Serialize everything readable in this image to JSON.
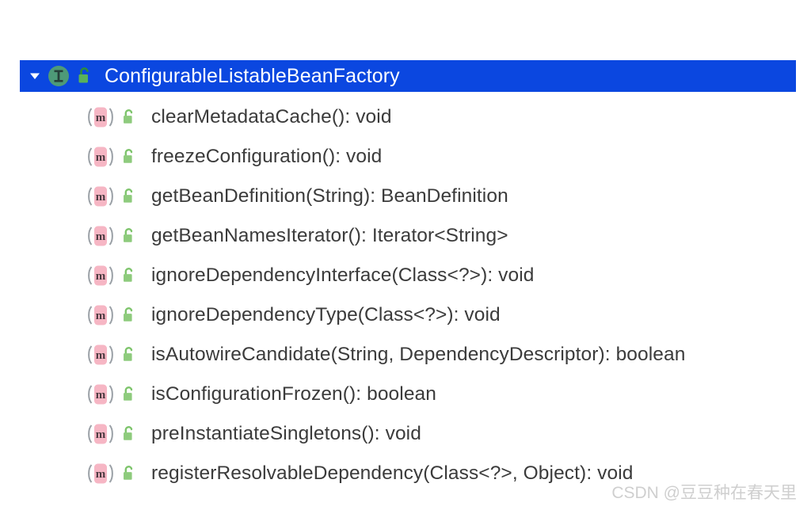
{
  "panel": {
    "name": "java-structure-tree",
    "accent_selection_color": "#0b47e0",
    "background_color": "#ffffff",
    "text_color": "#3b3b3b",
    "header_text_color": "#ffffff",
    "interface_icon_color": "#4e9a78",
    "method_icon_color": "#f3b2c0",
    "lock_icon_color": "#7dc46b"
  },
  "header": {
    "expanded": true,
    "twisty_icon": "chevron-down-triangle-icon",
    "type_icon": "interface-icon",
    "type_icon_letter": "I",
    "visibility_icon": "unlock-public-icon",
    "label": "ConfigurableListableBeanFactory"
  },
  "members": [
    {
      "kind_icon": "method-icon",
      "kind_letter": "m",
      "visibility_icon": "unlock-public-icon",
      "label": "clearMetadataCache(): void"
    },
    {
      "kind_icon": "method-icon",
      "kind_letter": "m",
      "visibility_icon": "unlock-public-icon",
      "label": "freezeConfiguration(): void"
    },
    {
      "kind_icon": "method-icon",
      "kind_letter": "m",
      "visibility_icon": "unlock-public-icon",
      "label": "getBeanDefinition(String): BeanDefinition"
    },
    {
      "kind_icon": "method-icon",
      "kind_letter": "m",
      "visibility_icon": "unlock-public-icon",
      "label": "getBeanNamesIterator(): Iterator<String>"
    },
    {
      "kind_icon": "method-icon",
      "kind_letter": "m",
      "visibility_icon": "unlock-public-icon",
      "label": "ignoreDependencyInterface(Class<?>): void"
    },
    {
      "kind_icon": "method-icon",
      "kind_letter": "m",
      "visibility_icon": "unlock-public-icon",
      "label": "ignoreDependencyType(Class<?>): void"
    },
    {
      "kind_icon": "method-icon",
      "kind_letter": "m",
      "visibility_icon": "unlock-public-icon",
      "label": "isAutowireCandidate(String, DependencyDescriptor): boolean"
    },
    {
      "kind_icon": "method-icon",
      "kind_letter": "m",
      "visibility_icon": "unlock-public-icon",
      "label": "isConfigurationFrozen(): boolean"
    },
    {
      "kind_icon": "method-icon",
      "kind_letter": "m",
      "visibility_icon": "unlock-public-icon",
      "label": "preInstantiateSingletons(): void"
    },
    {
      "kind_icon": "method-icon",
      "kind_letter": "m",
      "visibility_icon": "unlock-public-icon",
      "label": "registerResolvableDependency(Class<?>, Object): void"
    }
  ],
  "watermark": {
    "text": "CSDN @豆豆种在春天里"
  }
}
